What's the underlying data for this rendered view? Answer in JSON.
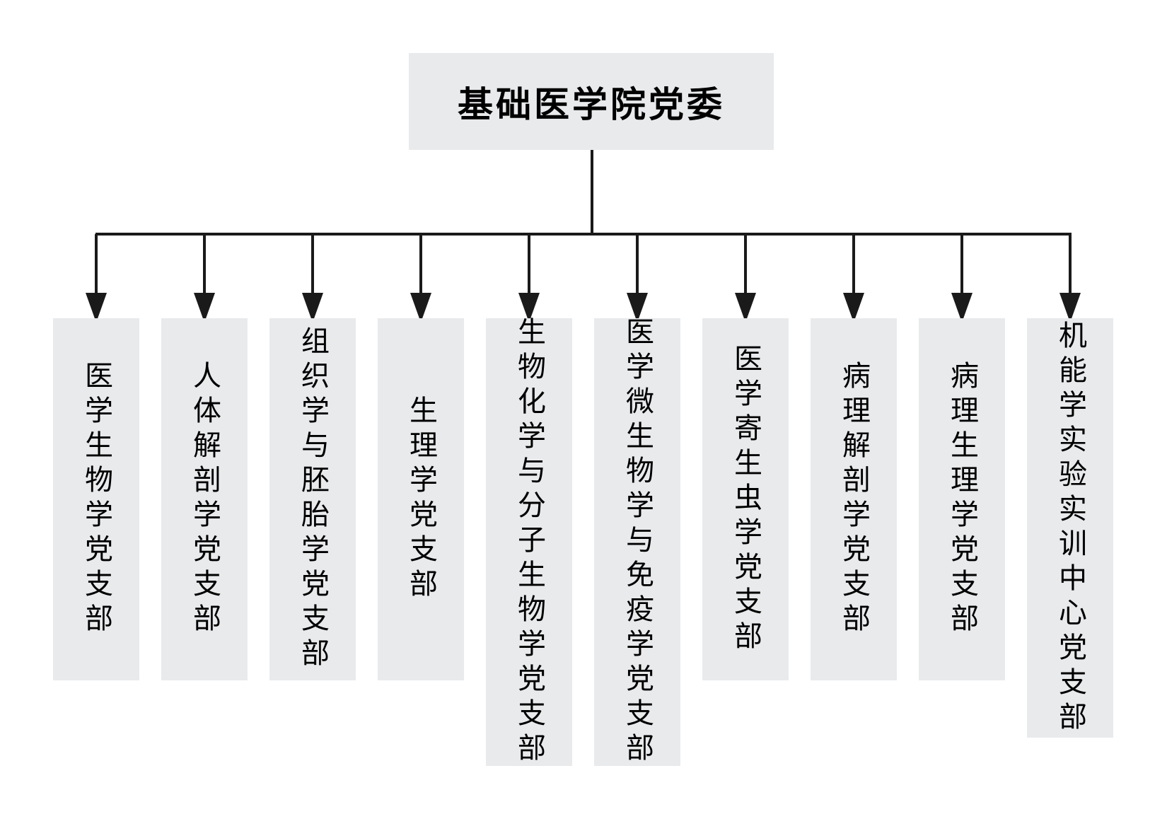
{
  "root": {
    "title": "基础医学院党委"
  },
  "branches": [
    {
      "label": "医学生物学党支部"
    },
    {
      "label": "人体解剖学党支部"
    },
    {
      "label": "组织学与胚胎学党支部"
    },
    {
      "label": "生理学党支部"
    },
    {
      "label": "生物化学与分子生物学党支部"
    },
    {
      "label": "医学微生物学与免疫学党支部"
    },
    {
      "label": "医学寄生虫学党支部"
    },
    {
      "label": "病理解剖学党支部"
    },
    {
      "label": "病理生理学党支部"
    },
    {
      "label": "机能学实验实训中心党支部"
    }
  ],
  "colors": {
    "box_bg": "#e8eaec",
    "line": "#1a1a1a",
    "text": "#000000"
  }
}
